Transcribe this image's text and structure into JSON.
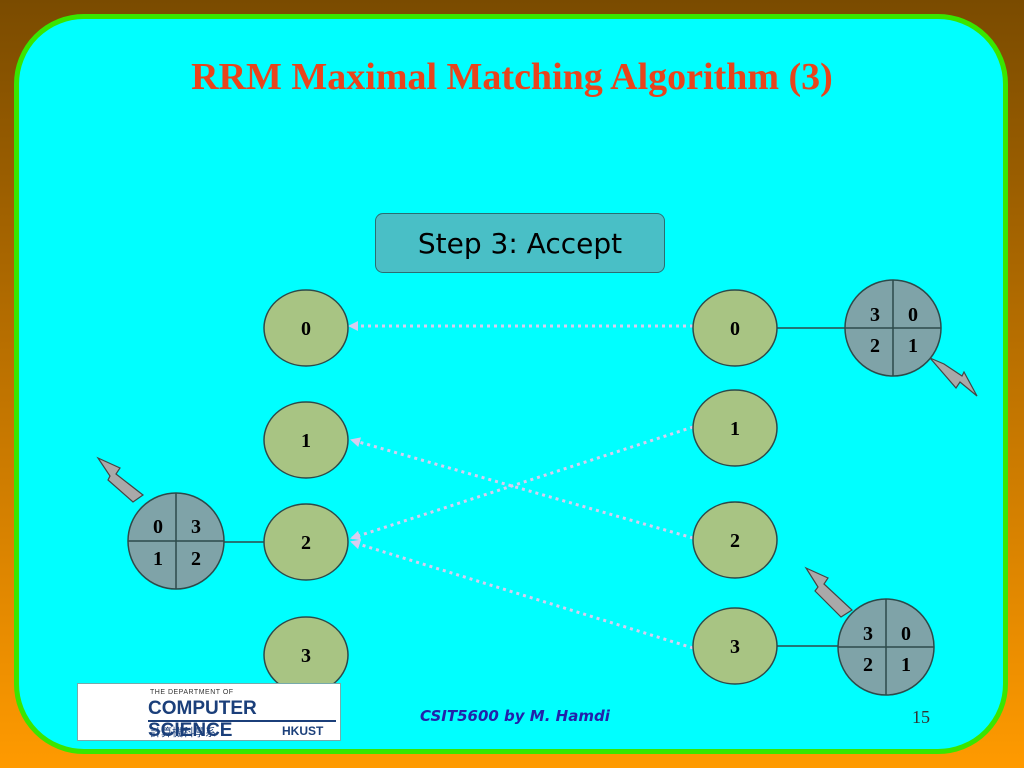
{
  "slide": {
    "title": "RRM Maximal Matching Algorithm (3)",
    "step_label": "Step 3: Accept",
    "footer": "CSIT5600 by M. Hamdi",
    "page_number": "15"
  },
  "inputs": [
    {
      "label": "0"
    },
    {
      "label": "1"
    },
    {
      "label": "2"
    },
    {
      "label": "3"
    }
  ],
  "outputs": [
    {
      "label": "0"
    },
    {
      "label": "1"
    },
    {
      "label": "2"
    },
    {
      "label": "3"
    }
  ],
  "arbiters": {
    "input_2": {
      "cells": [
        "0",
        "3",
        "1",
        "2"
      ]
    },
    "output_0": {
      "cells": [
        "3",
        "0",
        "2",
        "1"
      ]
    },
    "output_3": {
      "cells": [
        "3",
        "0",
        "2",
        "1"
      ]
    }
  },
  "logo": {
    "dept_line": "THE DEPARTMENT OF",
    "name": "COMPUTER SCIENCE",
    "chinese": "計算機科學系",
    "school": "HKUST"
  },
  "colors": {
    "background": "#00ffff",
    "border": "#39e600",
    "title": "#e8441c",
    "node_fill": "#a8c483",
    "arbiter_fill": "#7fa3a8",
    "arrow": "#d8ccef"
  }
}
